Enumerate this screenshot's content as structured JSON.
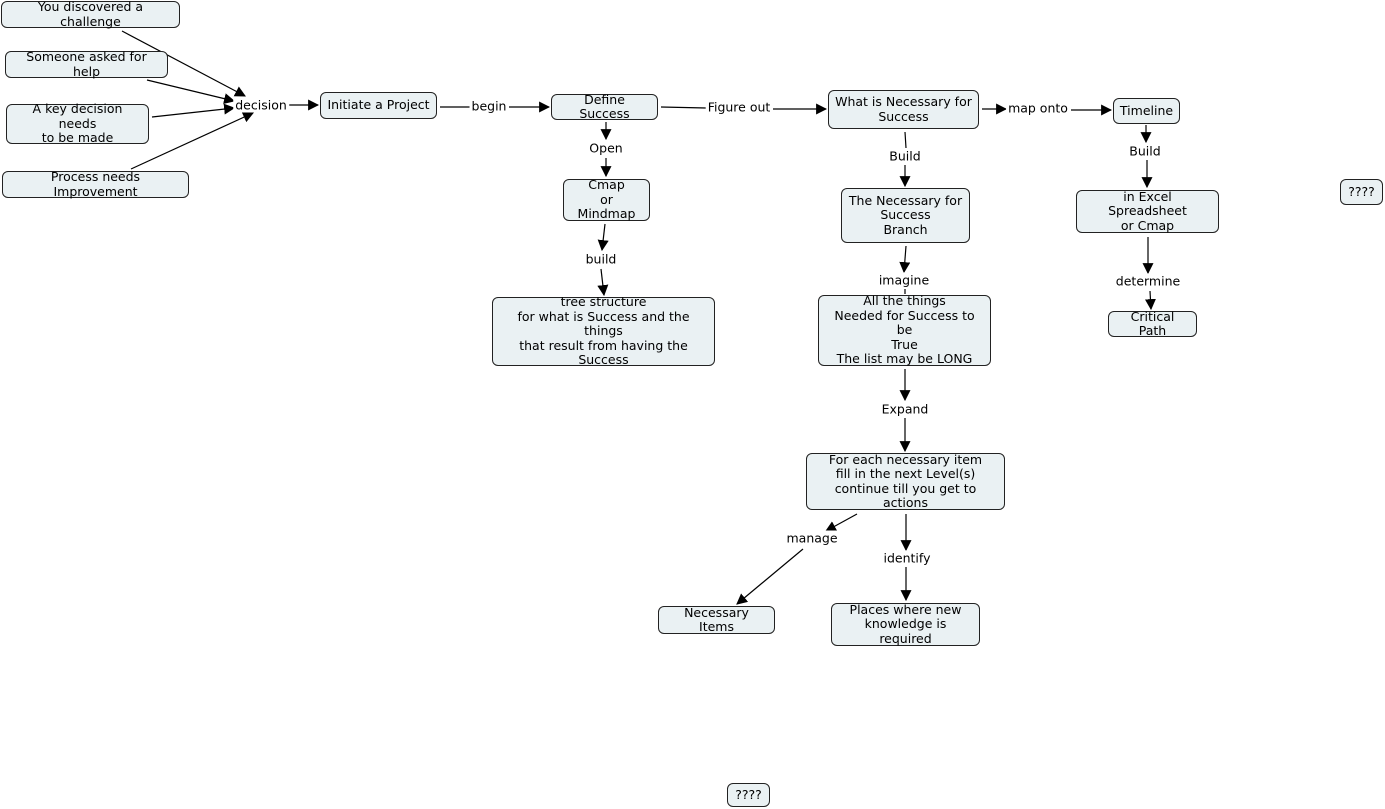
{
  "nodes": {
    "challenge": "You discovered a challenge",
    "help": "Someone asked for help",
    "key_decision": "A key decision needs\nto be made",
    "process": "Process needs Improvement",
    "initiate": "Initiate a Project",
    "define_success": "Define Success",
    "what_necessary": "What is Necessary for\nSuccess",
    "timeline": "Timeline",
    "unknown_right": "????",
    "cmap": "Cmap\nor Mindmap",
    "tree": "tree structure\nfor what is Success and the things\nthat result from having the\nSuccess",
    "branch": "The Necessary for\nSuccess\nBranch",
    "excel": "in Excel Spreadsheet\nor Cmap",
    "critical_path": "Critical Path",
    "all_things": "All the things\nNeeded for Success to be\nTrue\nThe list may be LONG",
    "for_each": "For each necessary item\nfill in the next Level(s)\ncontinue till you get to actions",
    "necessary_items": "Necessary Items",
    "places": "Places where new\nknowledge is required",
    "unknown_bottom": "????"
  },
  "links": {
    "decision": "decision",
    "begin": "begin",
    "figure_out": "Figure out",
    "map_onto": "map onto",
    "open": "Open",
    "build1": "build",
    "build2": "Build",
    "build3": "Build",
    "imagine": "imagine",
    "determine": "determine",
    "expand": "Expand",
    "manage": "manage",
    "identify": "identify"
  }
}
